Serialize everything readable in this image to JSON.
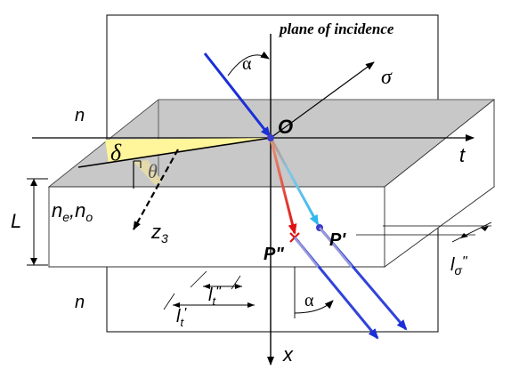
{
  "labels": {
    "plane_of_incidence": "plane of incidence",
    "alpha_top": "α",
    "sigma": "σ",
    "n_top": "n",
    "O": "O",
    "t": "t",
    "delta": "δ",
    "theta": "θ",
    "L": "L",
    "ne": "n",
    "ne_sub": "e",
    "no": "n",
    "no_sub": "o",
    "z": "z",
    "z_sub": "3",
    "P_double": "P\"",
    "P_prime": "P'",
    "l_sigma": "l",
    "l_sigma_sub": "σ",
    "l_sigma_mark": "\"",
    "lt_double": "l",
    "lt_double_sub": "t",
    "lt_double_mark": "\"",
    "lt_prime": "l",
    "lt_prime_sub": "t",
    "lt_prime_mark": "'",
    "n_bottom": "n",
    "alpha_bottom": "α",
    "x": "x"
  },
  "colors": {
    "incident_ray": "#1a2fd6",
    "ordinary_ray": "#2fb8f0",
    "extraordinary_ray": "#e01010",
    "slab_face": "#c8c8c8",
    "angle_fill": "#fff59a",
    "theta_fill": "#e8d9a0"
  }
}
